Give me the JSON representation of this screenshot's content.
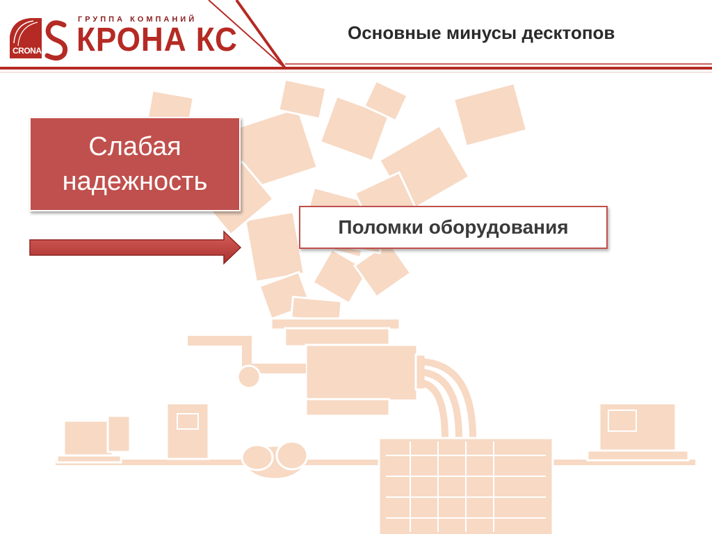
{
  "header": {
    "logo_subtitle": "ГРУППА КОМПАНИЙ",
    "logo_name": "КРОНА КС",
    "logo_badge": "CRONA",
    "title": "Основные минусы десктопов"
  },
  "main": {
    "heading": "Слабая\nнадежность",
    "subheading": "Поломки оборудования"
  },
  "colors": {
    "accent": "#c0504d",
    "brand": "#b52a24",
    "art": "#f7d9c4"
  },
  "icons": [
    "logo-icon",
    "arrow-right-icon",
    "computer-network-icon"
  ]
}
